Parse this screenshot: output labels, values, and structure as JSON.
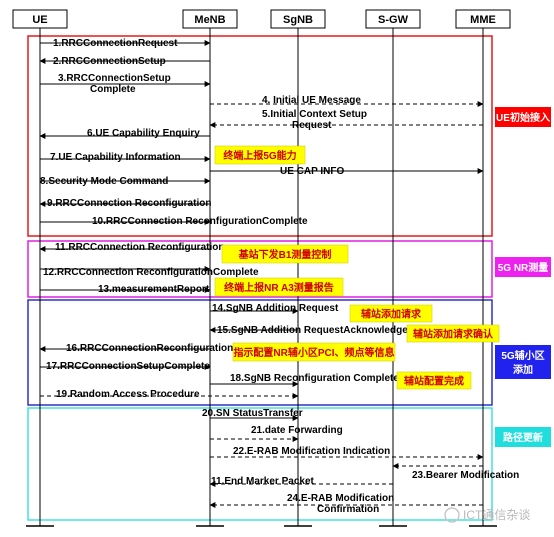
{
  "entities": [
    {
      "id": "ue",
      "label": "UE"
    },
    {
      "id": "menb",
      "label": "MeNB"
    },
    {
      "id": "sgnb",
      "label": "SgNB"
    },
    {
      "id": "sgw",
      "label": "S-GW"
    },
    {
      "id": "mme",
      "label": "MME"
    }
  ],
  "phases": [
    {
      "id": "initial-attach",
      "label": "UE初始接入",
      "frame_color": "#e8191b",
      "tag_color": "#ff0000"
    },
    {
      "id": "nr-measurement",
      "label": "5G NR测量",
      "frame_color": "#e020e0",
      "tag_color": "#ee22ee"
    },
    {
      "id": "secondary-node-add",
      "label": "5G辅小区添加",
      "frame_color": "#3030c8",
      "tag_color": "#2222ee"
    },
    {
      "id": "path-update",
      "label": "路径更新",
      "frame_color": "#44e0e0",
      "tag_color": "#22dddd"
    }
  ],
  "messages": [
    {
      "from": "ue",
      "to": "menb",
      "style": "solid",
      "label": [
        "1.RRCConnectionRequest"
      ]
    },
    {
      "from": "menb",
      "to": "ue",
      "style": "solid",
      "label": [
        "2.RRCConnectionSetup"
      ]
    },
    {
      "from": "ue",
      "to": "menb",
      "style": "solid",
      "label": [
        "3.RRCConnectionSetup",
        "Complete"
      ]
    },
    {
      "from": "menb",
      "to": "mme",
      "style": "dashed",
      "label": [
        "4. Initial UE Message"
      ]
    },
    {
      "from": "mme",
      "to": "menb",
      "style": "dashed",
      "label": [
        "5.Initial Context Setup",
        "Request"
      ]
    },
    {
      "from": "menb",
      "to": "ue",
      "style": "solid",
      "label": [
        "6.UE Capability Enquiry"
      ]
    },
    {
      "from": "ue",
      "to": "menb",
      "style": "solid",
      "label": [
        "7.UE Capability Information"
      ]
    },
    {
      "from": "menb",
      "to": "mme",
      "style": "solid",
      "label": [
        "UE CAP INFO"
      ]
    },
    {
      "from": "ue",
      "to": "menb",
      "style": "solid",
      "label": [
        "8.Security Mode Command"
      ]
    },
    {
      "from": "menb",
      "to": "ue",
      "style": "solid",
      "label": [
        "9.RRCConnection Reconfiguration"
      ]
    },
    {
      "from": "ue",
      "to": "menb",
      "style": "solid",
      "label": [
        "10.RRCConnection ReconfigurationComplete"
      ]
    },
    {
      "from": "menb",
      "to": "ue",
      "style": "solid",
      "label": [
        "11.RRCConnection Reconfiguration"
      ]
    },
    {
      "from": "ue",
      "to": "menb",
      "style": "solid",
      "label": [
        "12.RRCConnection ReconfigurationComplete"
      ]
    },
    {
      "from": "ue",
      "to": "menb",
      "style": "solid",
      "label": [
        "13.measurementReport"
      ]
    },
    {
      "from": "menb",
      "to": "sgnb",
      "style": "solid",
      "label": [
        "14.SgNB Addition Request"
      ]
    },
    {
      "from": "sgnb",
      "to": "menb",
      "style": "solid",
      "label": [
        "15.SgNB Addition RequestAcknowledge"
      ]
    },
    {
      "from": "menb",
      "to": "ue",
      "style": "solid",
      "label": [
        "16.RRCConnectionReconfiguration"
      ]
    },
    {
      "from": "ue",
      "to": "menb",
      "style": "solid",
      "label": [
        "17.RRCConnectionSetupComplete"
      ]
    },
    {
      "from": "menb",
      "to": "sgnb",
      "style": "solid",
      "label": [
        "18.SgNB Reconfiguration Complete"
      ]
    },
    {
      "from": "ue",
      "to": "sgnb",
      "style": "dashed",
      "label": [
        "19.Random Access Procedure"
      ]
    },
    {
      "from": "menb",
      "to": "sgnb",
      "style": "solid",
      "label": [
        "20.SN StatusTransfer"
      ]
    },
    {
      "from": "menb",
      "to": "sgnb",
      "style": "dashed",
      "label": [
        "21.date Forwarding"
      ]
    },
    {
      "from": "menb",
      "to": "mme",
      "style": "dashed",
      "label": [
        "22.E-RAB Modification Indication"
      ]
    },
    {
      "from": "mme",
      "to": "sgw",
      "style": "dashed",
      "label": [
        "23.Bearer Modification"
      ]
    },
    {
      "from": "sgw",
      "to": "menb",
      "style": "dashed",
      "label": [
        "11.End Marker Packet"
      ]
    },
    {
      "from": "mme",
      "to": "menb",
      "style": "dashed",
      "label": [
        "24.E-RAB Modification",
        "Confirmation"
      ]
    }
  ],
  "notes": [
    {
      "label": "终端上报5G能力"
    },
    {
      "label": "基站下发B1测量控制"
    },
    {
      "label": "终端上报NR A3测量报告"
    },
    {
      "label": "辅站添加请求"
    },
    {
      "label": "辅站添加请求确认"
    },
    {
      "label": "指示配置NR辅小区PCI、频点等信息"
    },
    {
      "label": "辅站配置完成"
    }
  ],
  "note_style": {
    "fill": "#ffff00",
    "text": "#d00000"
  },
  "watermark": {
    "text": "ICT通信杂谈"
  }
}
